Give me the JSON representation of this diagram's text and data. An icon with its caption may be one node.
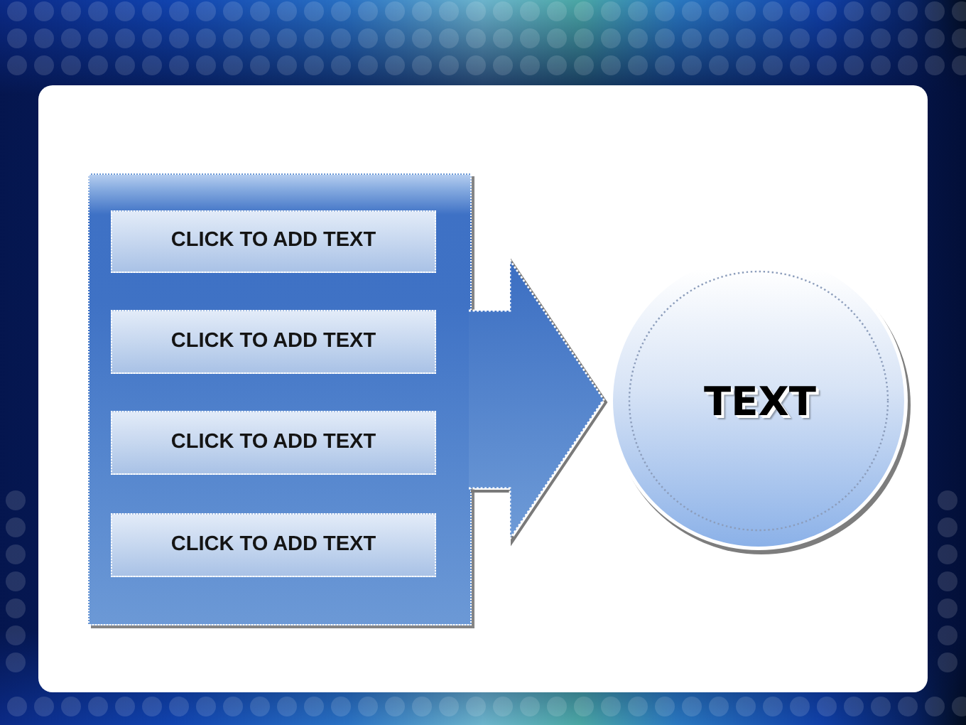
{
  "diagram": {
    "nodes": [
      {
        "text": [],
        "shape": "box"
      },
      {
        "text": [
          "CLICK TO ADD TEXT"
        ],
        "in": 0
      },
      {
        "text": [
          "CLICK TO ADD TEXT"
        ],
        "in": 0
      },
      {
        "text": [
          "CLICK TO ADD TEXT"
        ],
        "in": 0
      },
      {
        "text": [
          "CLICK TO ADD TEXT"
        ],
        "in": 0
      },
      {
        "text": [
          "TEXT"
        ]
      }
    ],
    "edges": [
      {
        "from": 0,
        "to": 5,
        "arrow": "to",
        "style": "thick"
      }
    ]
  }
}
